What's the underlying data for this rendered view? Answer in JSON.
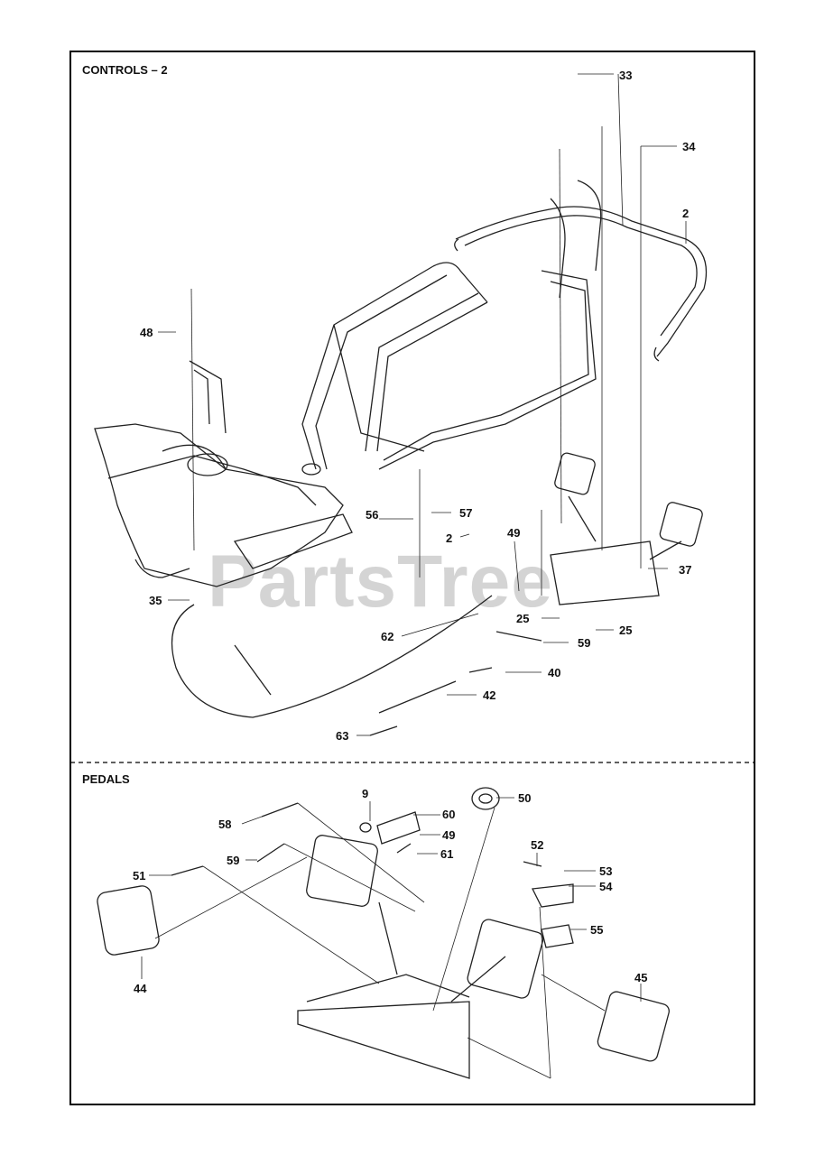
{
  "sections": {
    "controls_title": "CONTROLS – 2",
    "pedals_title": "PEDALS"
  },
  "watermark": "PartsTree",
  "callouts": [
    "33",
    "34",
    "2",
    "48",
    "56",
    "57",
    "2",
    "49",
    "37",
    "25",
    "25",
    "35",
    "62",
    "59",
    "40",
    "42",
    "63",
    "9",
    "50",
    "58",
    "60",
    "49",
    "61",
    "59",
    "52",
    "53",
    "51",
    "54",
    "55",
    "44",
    "45"
  ]
}
